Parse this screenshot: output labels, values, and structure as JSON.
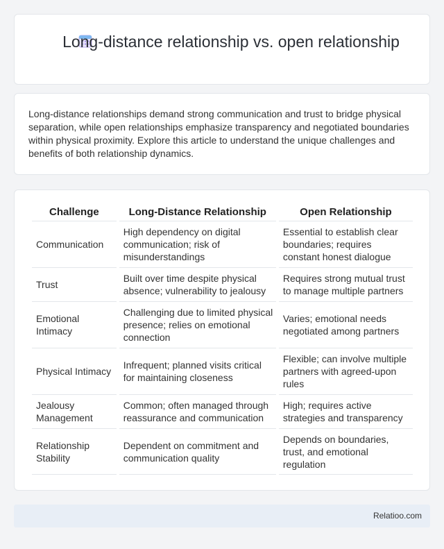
{
  "title": "Long-distance relationship vs. open relationship",
  "icon": "calendar-icon",
  "description": "Long-distance relationships demand strong communication and trust to bridge physical separation, while open relationships emphasize transparency and negotiated boundaries within physical proximity. Explore this article to understand the unique challenges and benefits of both relationship dynamics.",
  "table": {
    "headers": [
      "Challenge",
      "Long-Distance Relationship",
      "Open Relationship"
    ],
    "rows": [
      [
        "Communication",
        "High dependency on digital communication; risk of misunderstandings",
        "Essential to establish clear boundaries; requires constant honest dialogue"
      ],
      [
        "Trust",
        "Built over time despite physical absence; vulnerability to jealousy",
        "Requires strong mutual trust to manage multiple partners"
      ],
      [
        "Emotional Intimacy",
        "Challenging due to limited physical presence; relies on emotional connection",
        "Varies; emotional needs negotiated among partners"
      ],
      [
        "Physical Intimacy",
        "Infrequent; planned visits critical for maintaining closeness",
        "Flexible; can involve multiple partners with agreed-upon rules"
      ],
      [
        "Jealousy Management",
        "Common; often managed through reassurance and communication",
        "High; requires active strategies and transparency"
      ],
      [
        "Relationship Stability",
        "Dependent on commitment and communication quality",
        "Depends on boundaries, trust, and emotional regulation"
      ]
    ]
  },
  "footer": "Relatioo.com"
}
